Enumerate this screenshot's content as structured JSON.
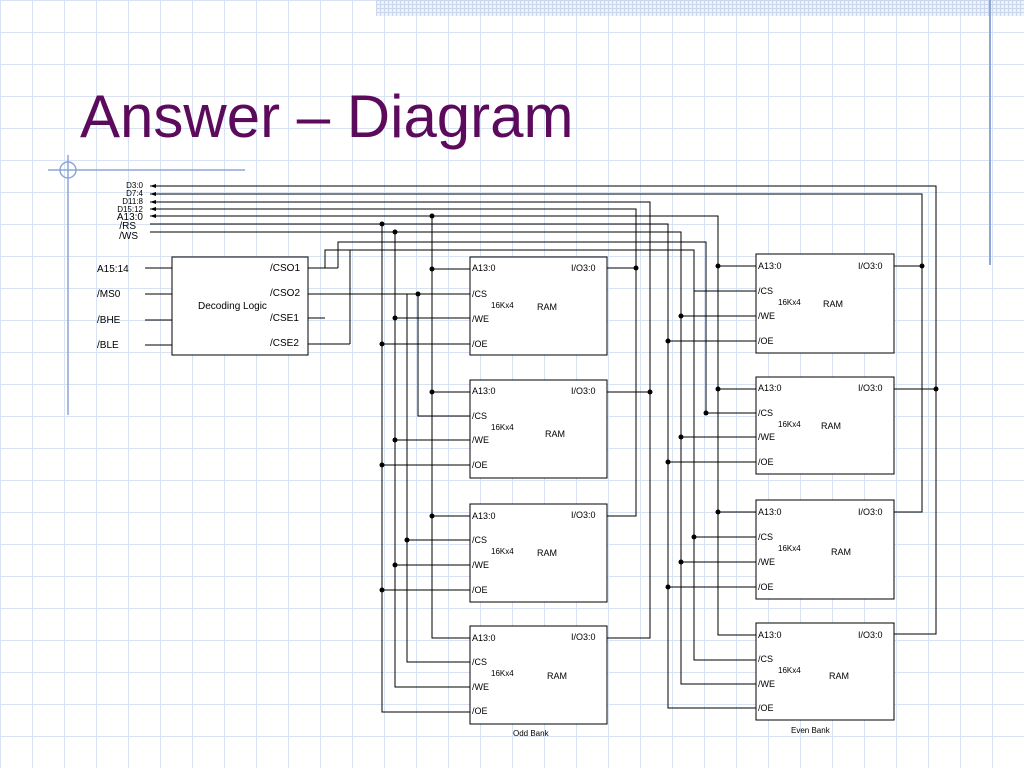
{
  "slide": {
    "title": "Answer – Diagram",
    "title_color": "#5c0a5c",
    "accent_color": "#8ea6d6"
  },
  "diagram": {
    "bus_labels": [
      "D3:0",
      "D7:4",
      "D11:8",
      "D15:12",
      "A13:0",
      "/RS",
      "/WS"
    ],
    "decoder": {
      "name": "Decoding Logic",
      "inputs": [
        "A15:14",
        "/MS0",
        "/BHE",
        "/BLE"
      ],
      "outputs": [
        "/CSO1",
        "/CSO2",
        "/CSE1",
        "/CSE2"
      ]
    },
    "ram_labels": {
      "address": "A13:0",
      "io": "I/O3:0",
      "cs": "/CS",
      "we": "/WE",
      "oe": "/OE",
      "size": "16Kx4",
      "type": "RAM"
    },
    "odd_bank_label": "Odd Bank",
    "even_bank_label": "Even Bank"
  }
}
